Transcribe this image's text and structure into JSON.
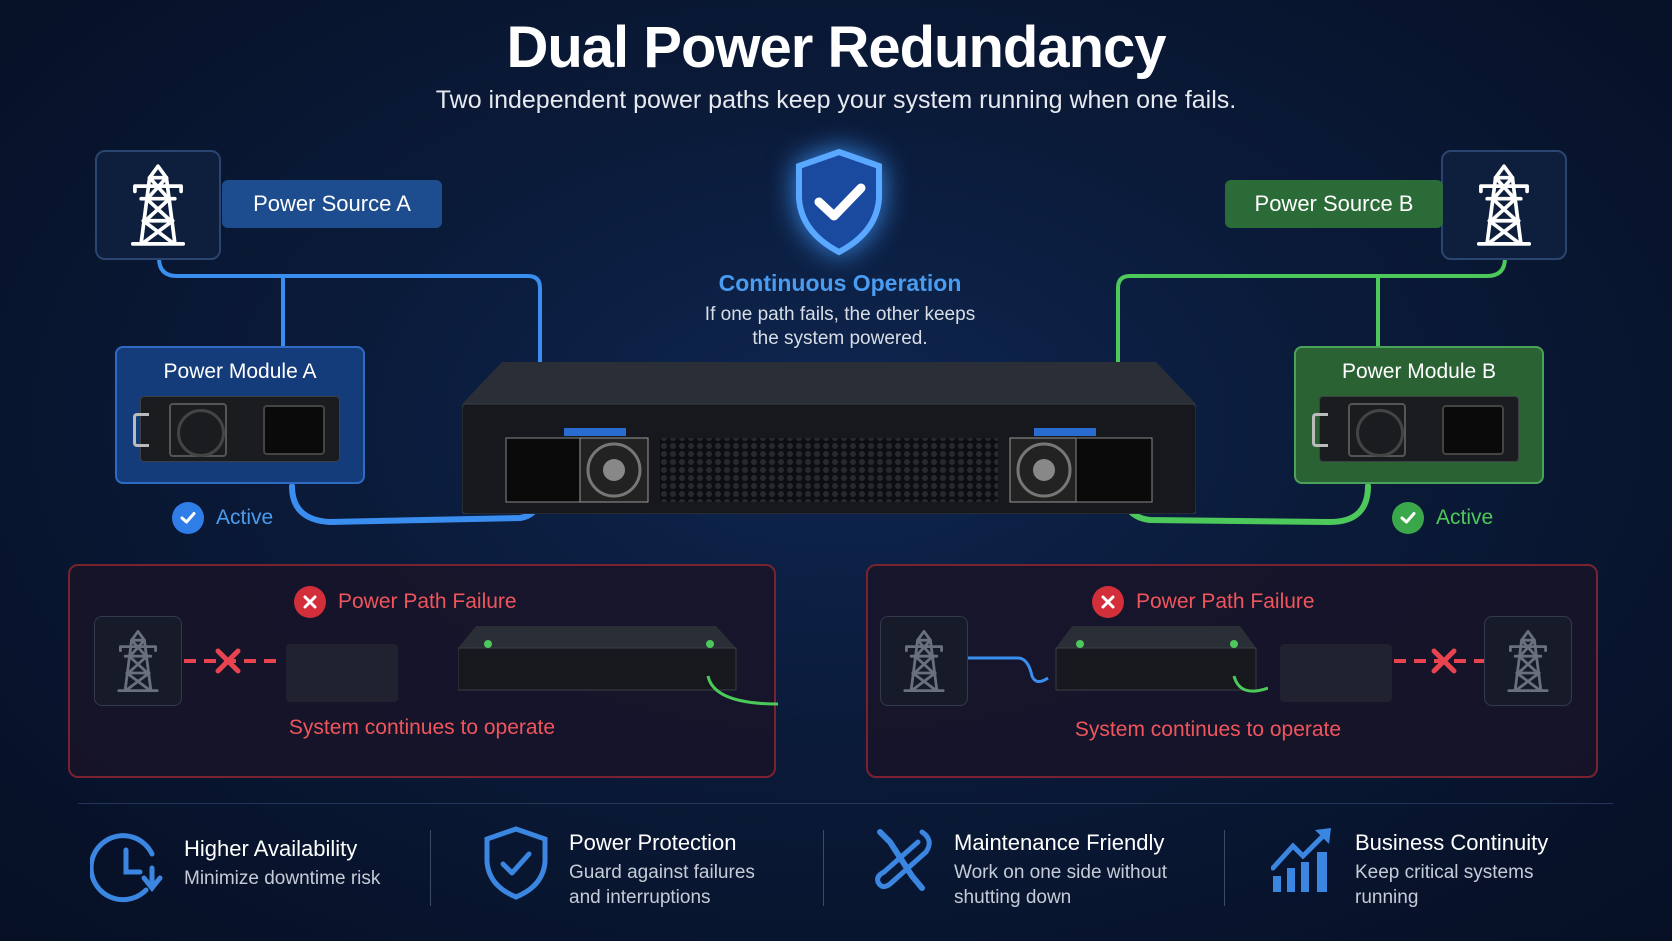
{
  "header": {
    "title": "Dual Power Redundancy",
    "subtitle": "Two independent power paths keep your system running when one fails."
  },
  "colors": {
    "path_a": "#3a8ef0",
    "path_b": "#4cc95a",
    "failure": "#e84450",
    "background": "#0a1a38"
  },
  "source_a": {
    "label": "Power Source A",
    "icon": "power-tower-icon"
  },
  "source_b": {
    "label": "Power Source B",
    "icon": "power-tower-icon"
  },
  "module_a": {
    "label": "Power Module A",
    "status": "Active"
  },
  "module_b": {
    "label": "Power Module B",
    "status": "Active"
  },
  "center": {
    "icon": "shield-check-icon",
    "title": "Continuous Operation",
    "description_line1": "If one path fails, the other keeps",
    "description_line2": "the system powered."
  },
  "failure_scenarios": [
    {
      "title": "Power Path Failure",
      "result": "System continues to operate",
      "failed_side": "A"
    },
    {
      "title": "Power Path Failure",
      "result": "System continues to operate",
      "failed_side": "B"
    }
  ],
  "features": [
    {
      "icon": "clock-arrow-icon",
      "title": "Higher Availability",
      "desc_line1": "Minimize downtime risk",
      "desc_line2": ""
    },
    {
      "icon": "shield-check-icon",
      "title": "Power Protection",
      "desc_line1": "Guard against failures",
      "desc_line2": "and interruptions"
    },
    {
      "icon": "wrench-screwdriver-icon",
      "title": "Maintenance Friendly",
      "desc_line1": "Work on one side without",
      "desc_line2": "shutting down"
    },
    {
      "icon": "growth-chart-icon",
      "title": "Business Continuity",
      "desc_line1": "Keep critical systems",
      "desc_line2": "running"
    }
  ]
}
